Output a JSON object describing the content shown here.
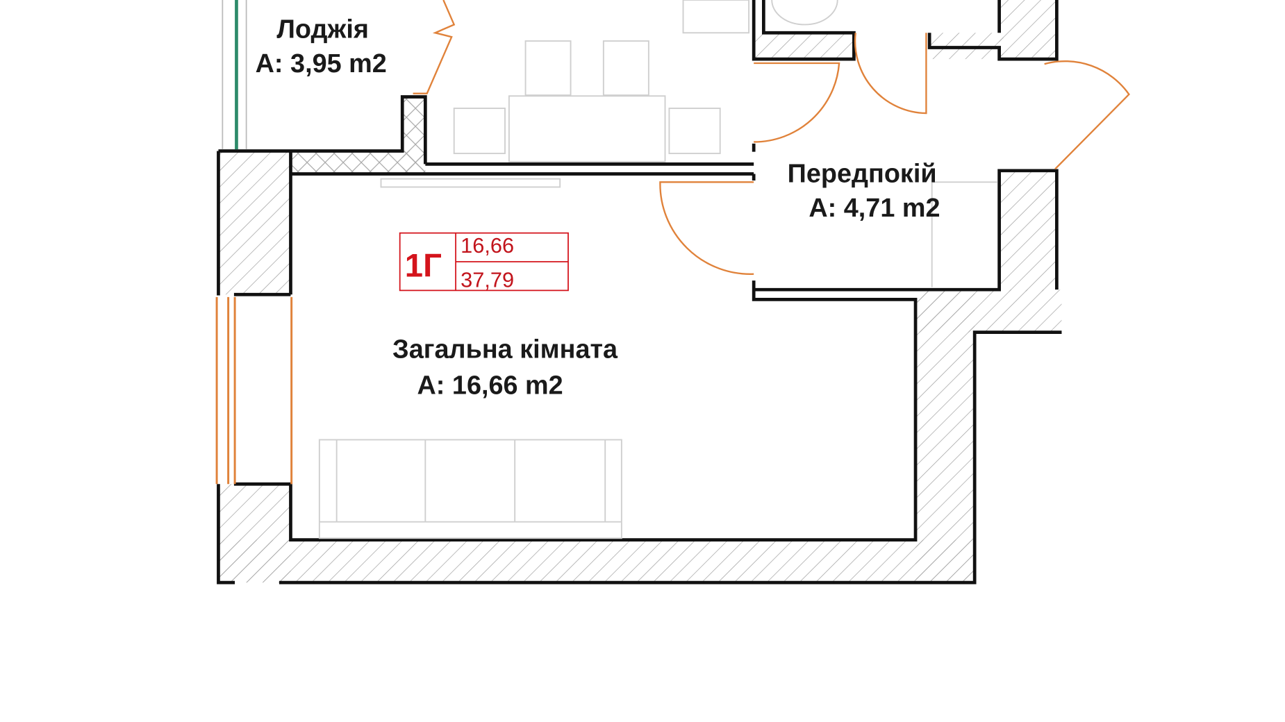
{
  "plan": {
    "rooms": [
      {
        "name": "Лоджія",
        "area": "A: 3,95 m2"
      },
      {
        "name": "Передпокій",
        "area": "A: 4,71 m2"
      },
      {
        "name": "Загальна кімната",
        "area": "A: 16,66 m2"
      }
    ],
    "apartment_tag": {
      "type": "1Г",
      "living_area": "16,66",
      "total_area": "37,79"
    },
    "colors": {
      "wall": "#111111",
      "hatch": "#9a9a9a",
      "door": "#e0823a",
      "window_glass": "#2e8b6a",
      "furniture": "#cfcfcf",
      "tag": "#d4141c"
    }
  }
}
